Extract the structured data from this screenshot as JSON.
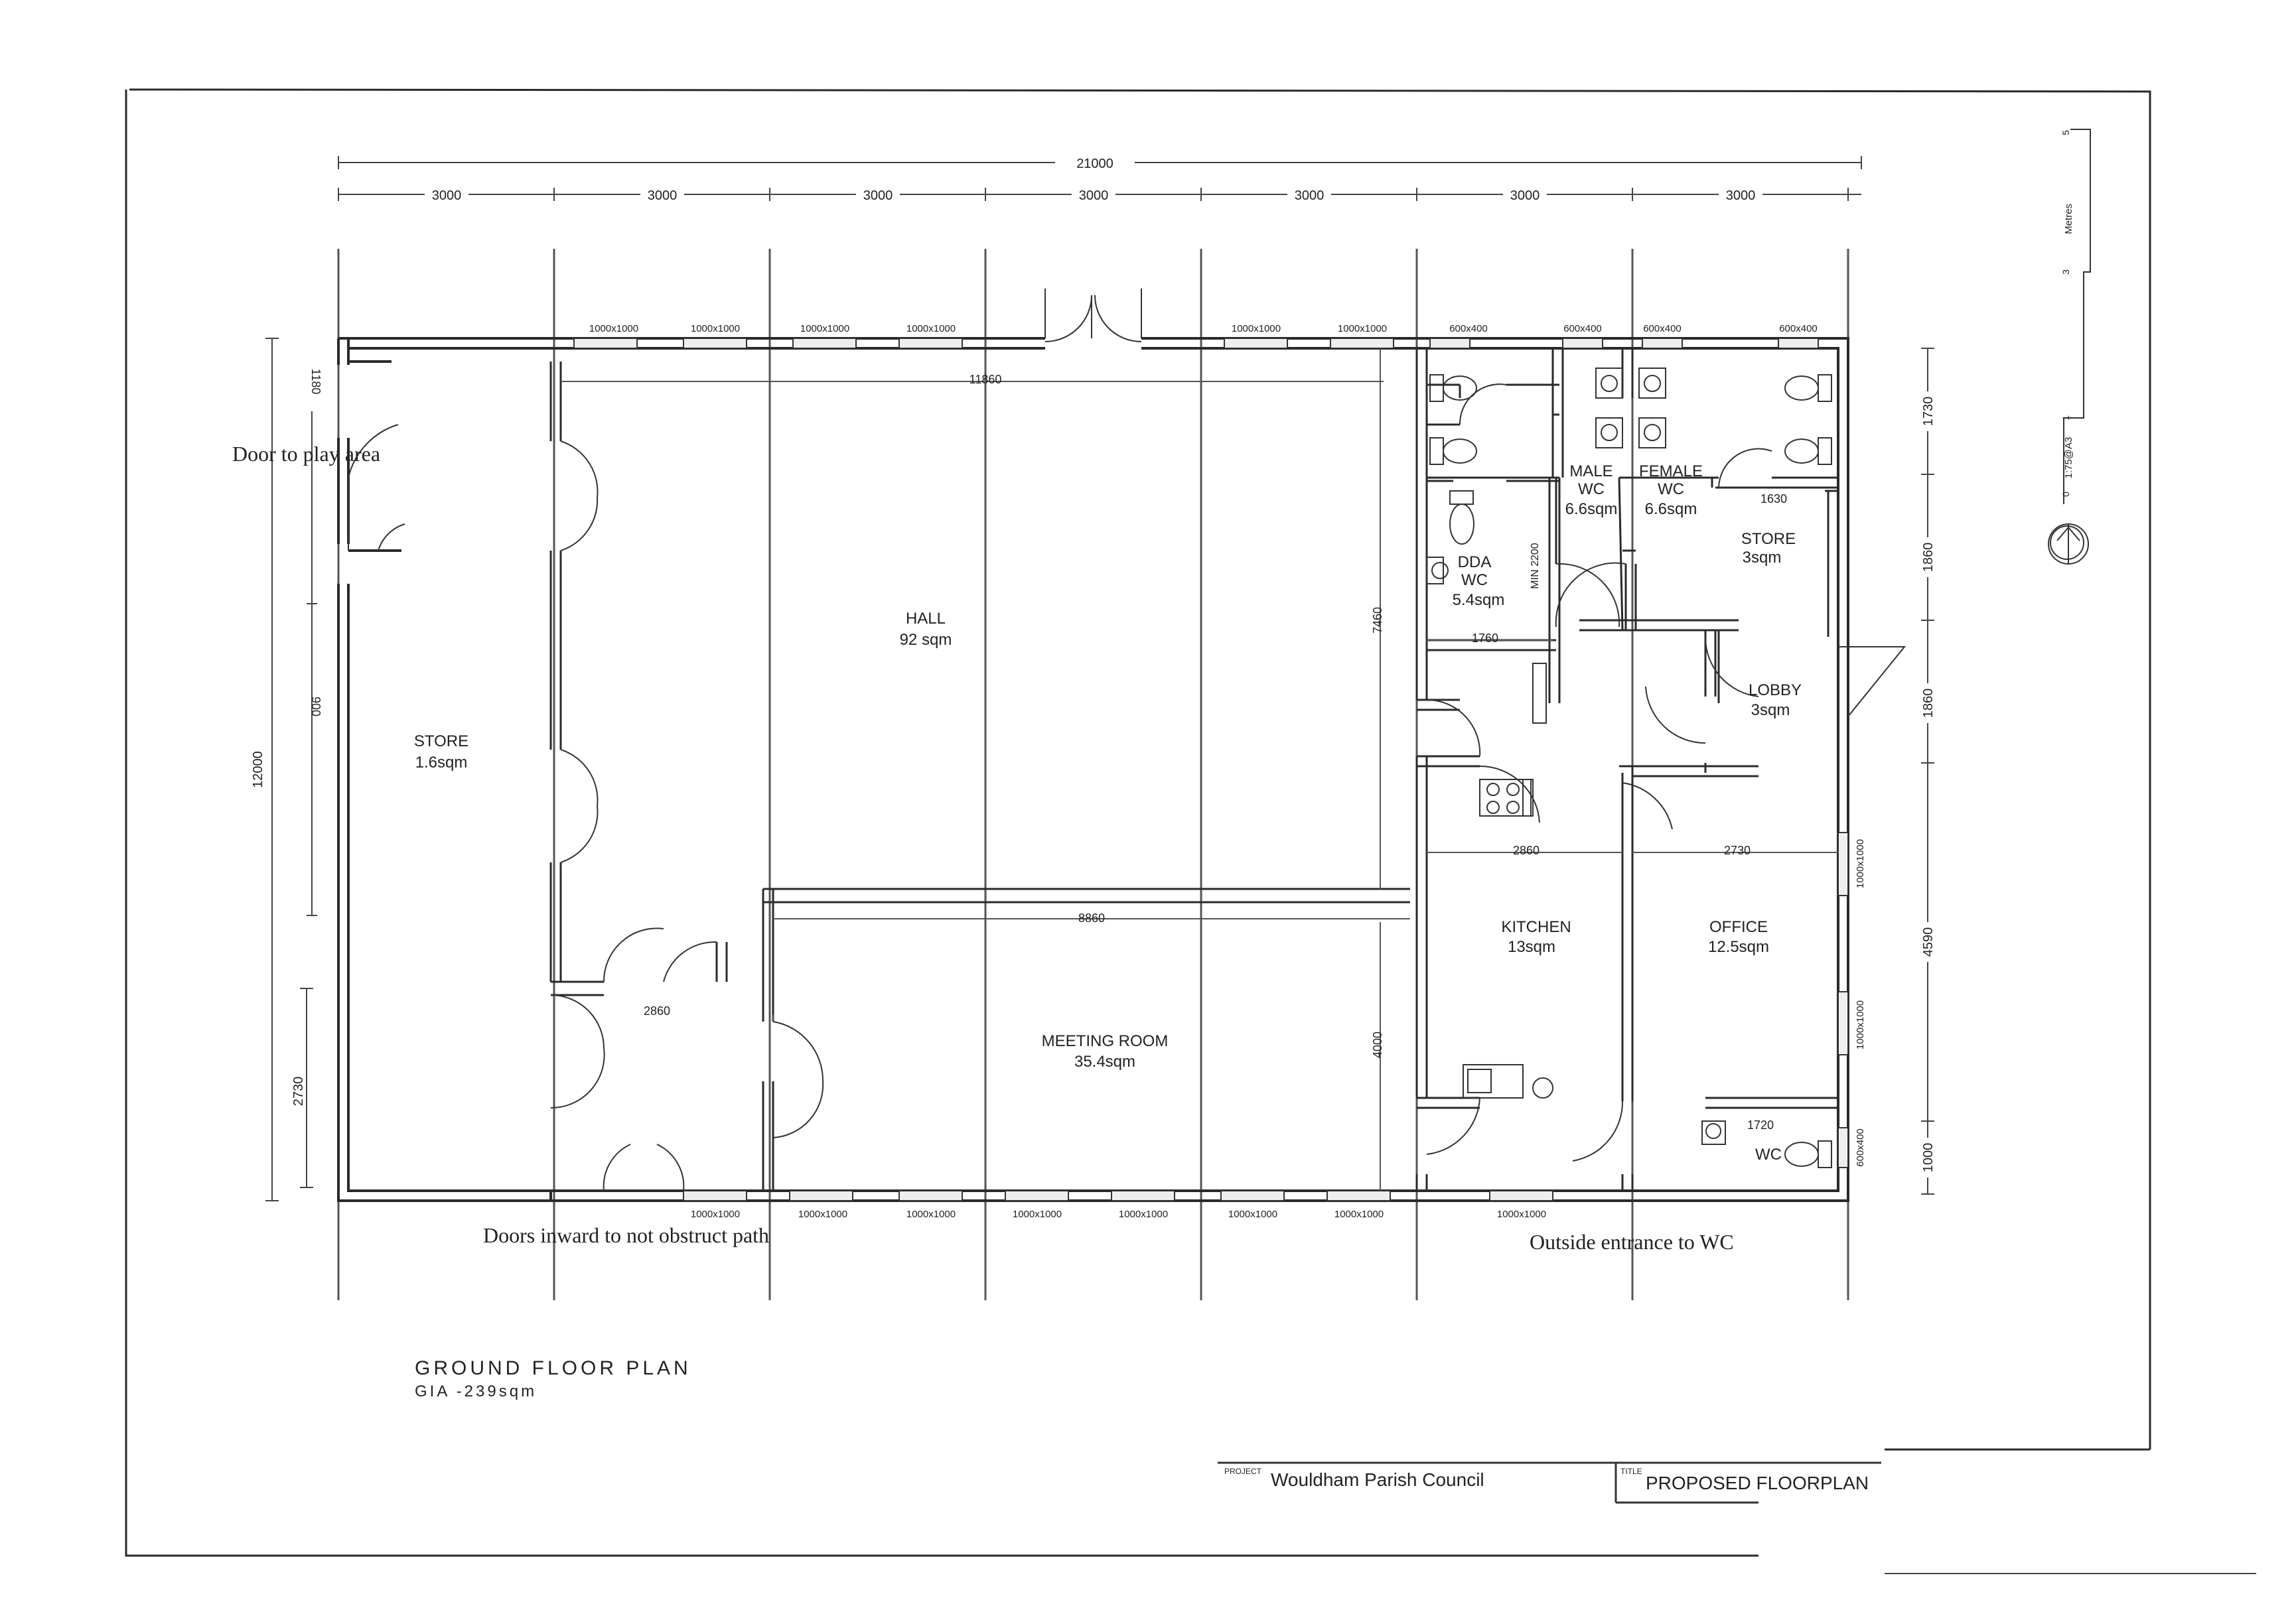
{
  "overall_dimension": "21000",
  "bay_dimensions": [
    "3000",
    "3000",
    "3000",
    "3000",
    "3000",
    "3000",
    "3000"
  ],
  "left_dimensions": {
    "total": "12000",
    "lower": "2730"
  },
  "right_dimensions": [
    "1730",
    "1860",
    "1860",
    "4590",
    "1000"
  ],
  "window_labels_top": [
    "1000x1000",
    "1000x1000",
    "1000x1000",
    "1000x1000",
    "1000x1000",
    "1000x1000",
    "600x400",
    "600x400",
    "600x400",
    "600x400"
  ],
  "window_labels_bottom": [
    "1000x1000",
    "1000x1000",
    "1000x1000",
    "1000x1000",
    "1000x1000",
    "1000x1000",
    "1000x1000",
    "1000x1000"
  ],
  "window_labels_right": [
    "1000x1000",
    "1000x1000",
    "600x400"
  ],
  "interior_dimensions": {
    "hall_width": "11860",
    "meeting_width": "8860",
    "hall_depth": "7460",
    "meeting_depth": "4000",
    "lobby_width": "2860",
    "kitchen_width": "2860",
    "office_width": "2730",
    "dda_width": "1760",
    "dda_min": "MIN 2200",
    "store_width": "1630",
    "wc_width": "1720",
    "left_small_a": "1180",
    "left_small_b": "900"
  },
  "rooms": {
    "hall": {
      "name": "HALL",
      "area": "92 sqm"
    },
    "store_left": {
      "name": "STORE",
      "area": "1.6sqm"
    },
    "meeting": {
      "name": "MEETING ROOM",
      "area": "35.4sqm"
    },
    "male_wc": {
      "name1": "MALE",
      "name2": "WC",
      "area": "6.6sqm"
    },
    "female_wc": {
      "name1": "FEMALE",
      "name2": "WC",
      "area": "6.6sqm"
    },
    "dda_wc": {
      "name1": "DDA",
      "name2": "WC",
      "area": "5.4sqm"
    },
    "store_right": {
      "name": "STORE",
      "area": "3sqm"
    },
    "lobby": {
      "name": "LOBBY",
      "area": "3sqm"
    },
    "kitchen": {
      "name": "KITCHEN",
      "area": "13sqm"
    },
    "office": {
      "name": "OFFICE",
      "area": "12.5sqm"
    },
    "wc": {
      "name": "WC"
    }
  },
  "annotations": {
    "play_area": "Door to play area",
    "inward_doors": "Doors inward to not obstruct path",
    "outside_wc": "Outside entrance to WC"
  },
  "plan_title": "GROUND FLOOR PLAN",
  "plan_gia": "GIA -239sqm",
  "title_block": {
    "project_label": "PROJECT",
    "project": "Wouldham Parish Council",
    "title_label": "TITLE",
    "title": "PROPOSED FLOORPLAN"
  },
  "scale_bar": {
    "unit": "Metres",
    "scale": "1:75@A3",
    "ticks": [
      "5",
      "3",
      "1",
      "0"
    ]
  }
}
